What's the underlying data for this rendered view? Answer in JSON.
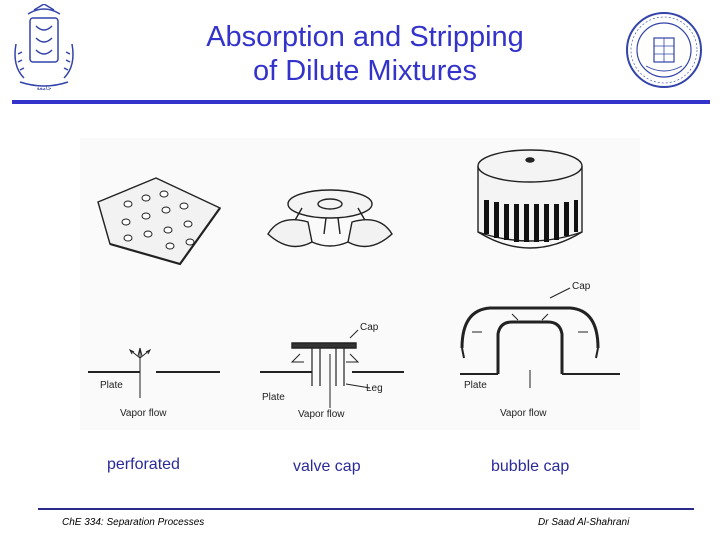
{
  "slide": {
    "title_line1": "Absorption and Stripping",
    "title_line2": "of Dilute Mixtures"
  },
  "diagram": {
    "labels": {
      "plate_left": "Plate",
      "vapor_flow_left": "Vapor flow",
      "cap_middle": "Cap",
      "plate_middle": "Plate",
      "leg": "Leg",
      "vapor_flow_middle": "Vapor flow",
      "cap_right": "Cap",
      "plate_right": "Plate",
      "vapor_flow_right": "Vapor flow"
    }
  },
  "captions": {
    "perforated": "perforated",
    "valve_cap": "valve cap",
    "bubble_cap": "bubble cap"
  },
  "footer": {
    "course": "ChE 334: Separation Processes",
    "author": "Dr Saad Al-Shahrani"
  },
  "colors": {
    "title": "#3333cc",
    "rule": "#3333cc",
    "caption": "#2a2a9a"
  },
  "icons": {
    "left_logo": "university-emblem",
    "right_logo": "university-seal"
  }
}
